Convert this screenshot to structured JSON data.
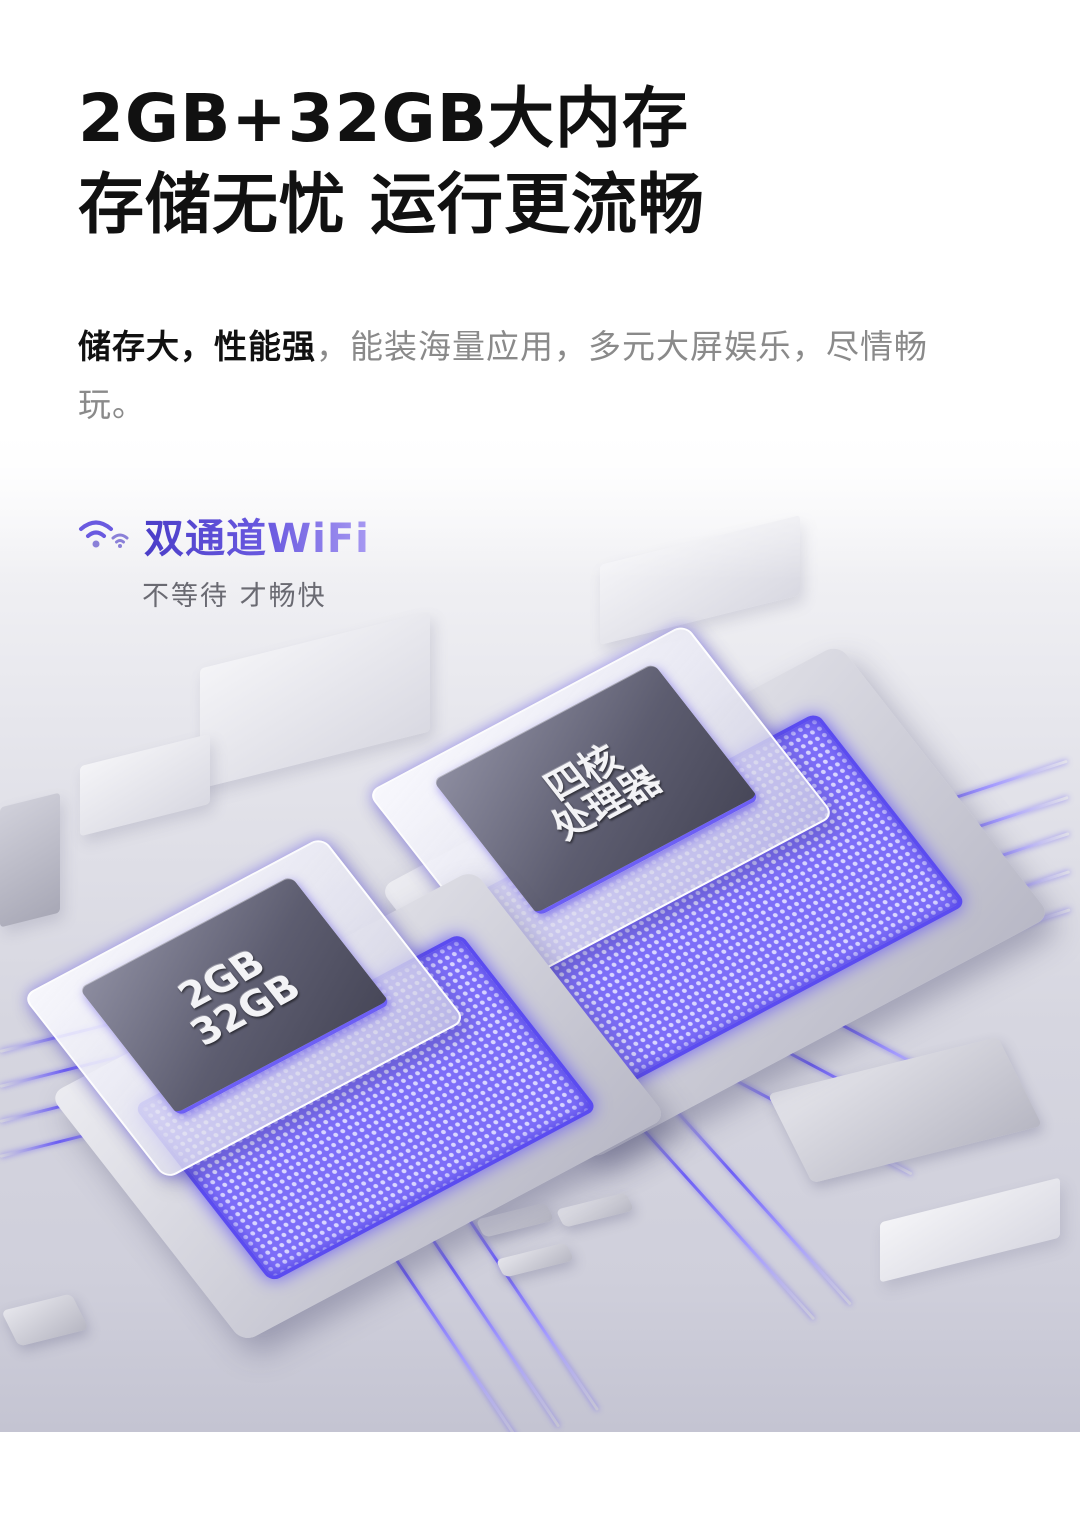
{
  "headline": {
    "line1": "2GB+32GB大内存",
    "line2": "存储无忧 运行更流畅"
  },
  "description": {
    "bold_part": "储存大，性能强",
    "normal_part": "，能装海量应用，多元大屏娱乐，尽情畅玩。"
  },
  "wifi_feature": {
    "icon": "wifi-icon",
    "title": "双通道WiFi",
    "subtitle": "不等待 才畅快"
  },
  "chips": {
    "cpu_label_line1": "四核",
    "cpu_label_line2": "处理器",
    "memory_label_line1": "2GB",
    "memory_label_line2": "32GB"
  },
  "colors": {
    "accent_purple": "#6d5ff5",
    "title_purple": "#4b3ec8",
    "headline_text": "#111111",
    "body_gray": "#8a8a8a"
  }
}
